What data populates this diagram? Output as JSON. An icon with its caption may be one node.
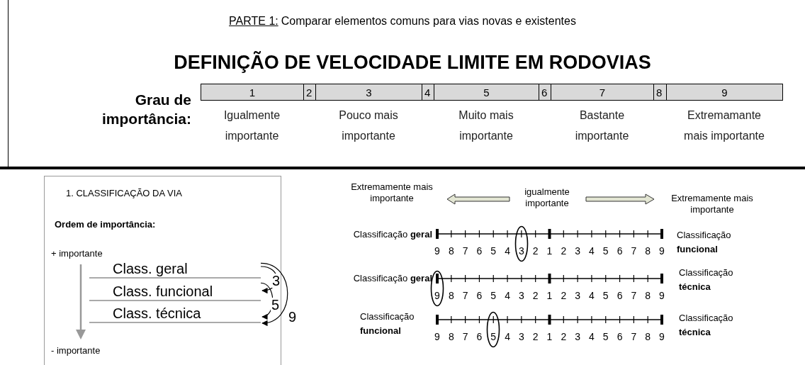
{
  "diagram": {
    "title": "DEFINIÇÃO DE VELOCIDADE LIMITE EM RODOVIAS",
    "nodes": [
      {
        "text": [
          "1. CLASSIFICAÇÃO DA VIA",
          "Ordem de importância:",
          "+ importante",
          "- importante"
        ]
      },
      {
        "text": [
          "Class. geral"
        ],
        "in": 0
      },
      {
        "text": [
          "Class. funcional"
        ],
        "in": 0
      },
      {
        "text": [
          "Class. técnica"
        ],
        "in": 0
      },
      {
        "text": [
          "1"
        ],
        "beside": [
          "Igualmente importante"
        ]
      },
      {
        "text": [
          "2"
        ]
      },
      {
        "text": [
          "3"
        ],
        "beside": [
          "Pouco mais importante"
        ]
      },
      {
        "text": [
          "4"
        ]
      },
      {
        "text": [
          "5"
        ],
        "beside": [
          "Muito mais importante"
        ]
      },
      {
        "text": [
          "6"
        ]
      },
      {
        "text": [
          "7"
        ],
        "beside": [
          "Bastante importante"
        ]
      },
      {
        "text": [
          "8"
        ]
      },
      {
        "text": [
          "9"
        ],
        "beside": [
          "Extremamante mais importante"
        ]
      }
    ],
    "edges": [
      {
        "from": 1,
        "to": 2,
        "arrow": "to",
        "label": "3"
      },
      {
        "from": 2,
        "to": 3,
        "arrow": "to",
        "label": "5"
      },
      {
        "from": 1,
        "to": 3,
        "arrow": "to",
        "label": "9"
      }
    ],
    "labels": [
      "PARTE 1:",
      "Comparar elementos comuns para vias novas e existentes",
      "Grau de importância:",
      "Extremamente mais importante",
      "igualmente importante",
      "Extremamente mais importante",
      "Classificação **geral**",
      "Classificação **funcional**",
      "9",
      "8",
      "7",
      "6",
      "5",
      "4",
      "3",
      "2",
      "1",
      "2",
      "3",
      "4",
      "5",
      "6",
      "7",
      "8",
      "9",
      "Classificação **geral**",
      "Classificação **técnica**",
      "9",
      "8",
      "7",
      "6",
      "5",
      "4",
      "3",
      "2",
      "1",
      "2",
      "3",
      "4",
      "5",
      "6",
      "7",
      "8",
      "9",
      "Classificação **funcional**",
      "Classificação **técnica**",
      "9",
      "8",
      "7",
      "6",
      "5",
      "4",
      "3",
      "2",
      "1",
      "2",
      "3",
      "4",
      "5",
      "6",
      "7",
      "8",
      "9"
    ]
  }
}
